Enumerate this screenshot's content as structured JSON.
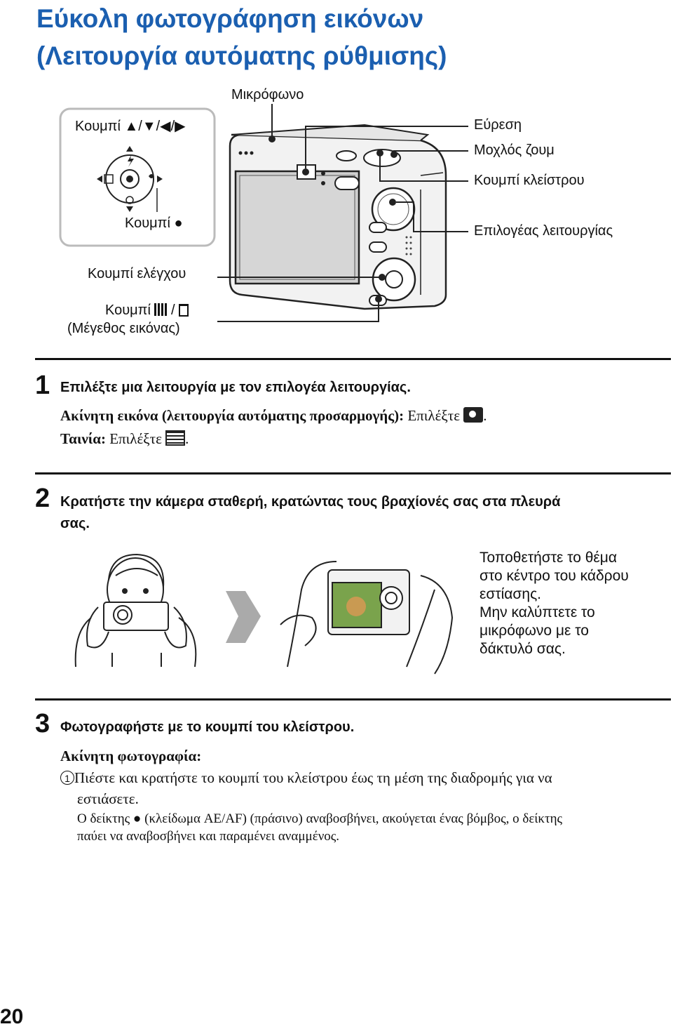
{
  "page": {
    "title_line1": "Εύκολη φωτογράφηση εικόνων",
    "title_line2": "(Λειτουργία αυτόματης ρύθμισης)",
    "page_number": "20"
  },
  "diagram": {
    "microphone": "Μικρόφωνο",
    "control_button_arrows": "Κουμπί ▲/▼/◀/▶",
    "center_button": "Κουμπί ●",
    "control_button": "Κουμπί ελέγχου",
    "image_size_button_line1": "Κουμπί",
    "image_size_button_line2": "(Μέγεθος εικόνας)",
    "finder": "Εύρεση",
    "zoom_lever": "Μοχλός ζουμ",
    "shutter_button": "Κουμπί κλείστρου",
    "mode_dial": "Επιλογέας λειτουργίας"
  },
  "step1": {
    "number": "1",
    "heading": "Επιλέξτε μια λειτουργία με τον επιλογέα λειτουργίας.",
    "still_label": "Ακίνητη εικόνα (λειτουργία αυτόματης προσαρμογής):",
    "still_action": "Επιλέξτε",
    "movie_label": "Ταινία:",
    "movie_action": "Επιλέξτε"
  },
  "step2": {
    "number": "2",
    "heading_line1": "Κρατήστε την κάμερα σταθερή, κρατώντας τους βραχίονές σας στα πλευρά",
    "heading_line2": "σας.",
    "tip_line1": "Τοποθετήστε το θέμα",
    "tip_line2": "στο κέντρο του κάδρου",
    "tip_line3": "εστίασης.",
    "tip_line4": "Μην καλύπτετε το",
    "tip_line5": "μικρόφωνο με το",
    "tip_line6": "δάκτυλό σας."
  },
  "step3": {
    "number": "3",
    "heading": "Φωτογραφήστε με το κουμπί του κλείστρου.",
    "still_photo_label": "Ακίνητη φωτογραφία:",
    "item1_marker": "1",
    "item1_line1": "Πιέστε και κρατήστε το κουμπί του κλείστρου έως τη μέση της διαδρομής για να",
    "item1_line2": "εστιάσετε.",
    "note_line1": "Ο δείκτης ● (κλείδωμα AE/AF) (πράσινο) αναβοσβήνει, ακούγεται ένας βόμβος, ο δείκτης",
    "note_line2": "παύει να αναβοσβήνει και παραμένει αναμμένος."
  }
}
